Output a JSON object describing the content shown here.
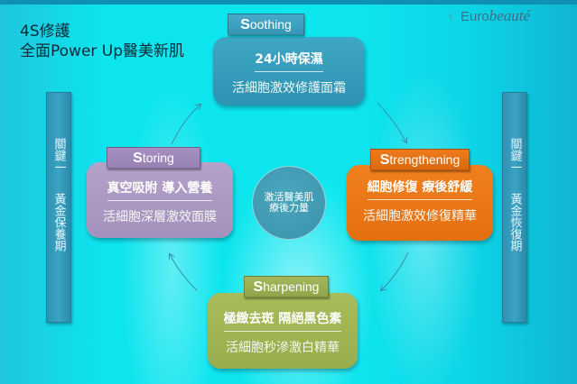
{
  "title": {
    "line1": "4S修護",
    "line2": "全面Power Up醫美新肌"
  },
  "logo": {
    "icon": "chevron-left-icon",
    "euro": "Euro",
    "beaute": "beauté"
  },
  "sidebars": {
    "left": {
      "line1": "關鍵一",
      "line2": "黃金保養期"
    },
    "right": {
      "line1": "關鍵一",
      "line2": "黃金恢復期"
    }
  },
  "center": {
    "line1": "激活醫美肌",
    "line2": "療後力量"
  },
  "steps": {
    "soothing": {
      "tag_initial": "S",
      "tag_rest": "oothing",
      "headline": "24小時保濕",
      "product": "活細胞激效修護面霜",
      "color": "#3a9fbf"
    },
    "storing": {
      "tag_initial": "S",
      "tag_rest": "toring",
      "headline": "真空吸附 導入營養",
      "product": "活細胞深層激效面膜",
      "color": "#ab98c4"
    },
    "strengthening": {
      "tag_initial": "S",
      "tag_rest": "trengthening",
      "headline": "細胞修復 療後舒緩",
      "product": "活細胞激效修復精華",
      "color": "#eb7718"
    },
    "sharpening": {
      "tag_initial": "S",
      "tag_rest": "harpening",
      "headline": "極緻去斑 隔絕黑色素",
      "product": "活細胞秒滲激白精華",
      "color": "#a0b455"
    }
  }
}
